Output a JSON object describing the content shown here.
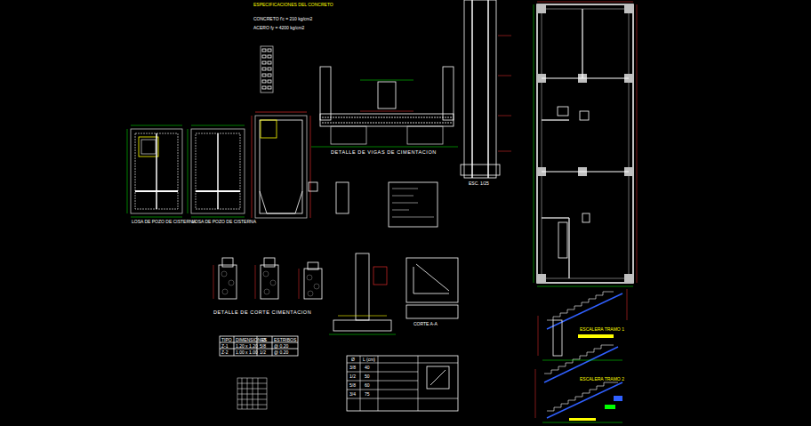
{
  "diagram": {
    "labels": [
      "ESPECIFICACIONES DEL CONCRETO",
      "CONCRETO f'c = 210 kg/cm2",
      "ACERO fy = 4200 kg/cm2",
      "LOSA DE POZO DE CISTERNA",
      "LOSA DE POZO DE CISTERNA",
      "DETALLE DE VIGAS DE CIMENTACION",
      "DETALLE DE CORTE CIMENTACION",
      "ESC. 1/25",
      "CORTE A-A",
      "ESCALERA TRAMO 1",
      "ESCALERA TRAMO 2",
      "TIPO",
      "DIMENSIONES",
      "Ø",
      "ESTRIBOS",
      "Z-1",
      "1.20 x 1.20",
      "5/8",
      "@ 0.20",
      "Z-2",
      "1.00 x 1.00",
      "1/2",
      "@ 0.20",
      "Ø",
      "L (cm)",
      "3/8",
      "40",
      "1/2",
      "50",
      "5/8",
      "60",
      "3/4",
      "75"
    ]
  }
}
